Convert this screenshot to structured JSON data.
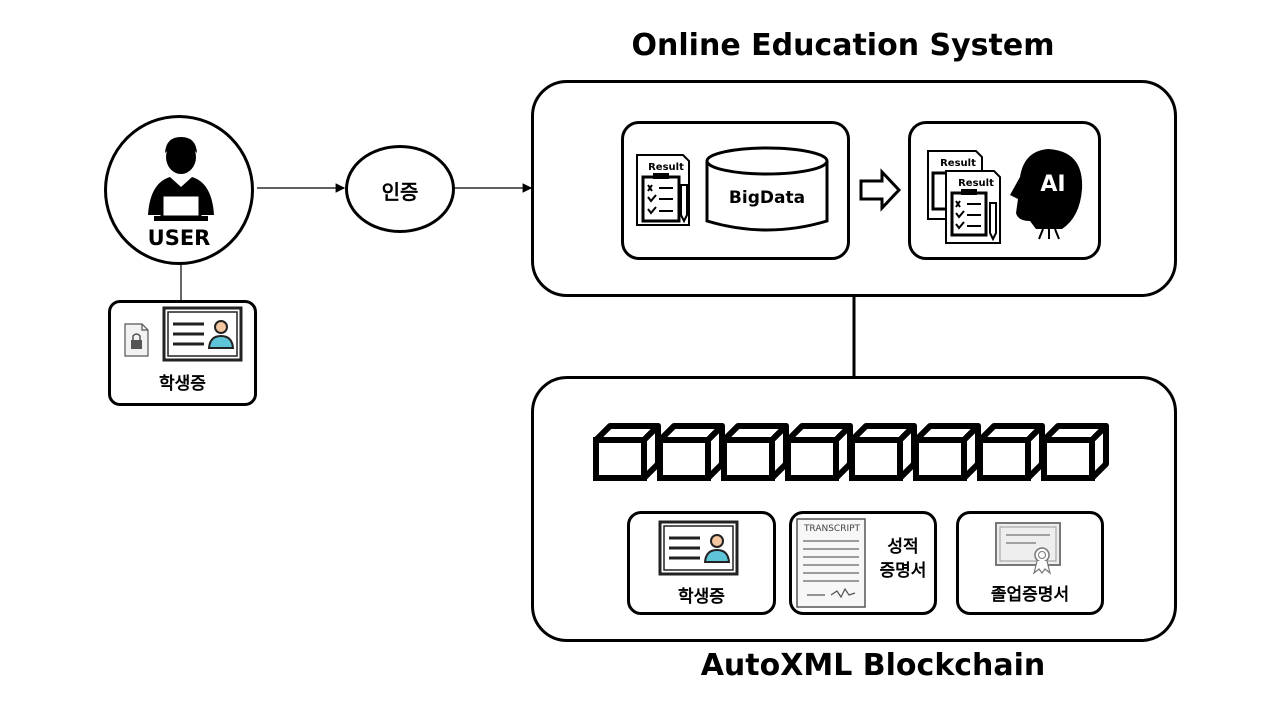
{
  "titles": {
    "online_system": "Online Education System",
    "blockchain": "AutoXML Blockchain"
  },
  "user": {
    "label": "USER",
    "id_card_label": "학생증"
  },
  "auth": {
    "label": "인증"
  },
  "online_system": {
    "result_label": "Result",
    "bigdata_label": "BigData",
    "result_label_back": "Result",
    "result_label_front": "Result",
    "ai_label": "AI"
  },
  "blockchain": {
    "block_count": 8,
    "documents": {
      "student_id": "학생증",
      "transcript_header": "TRANSCRIPT",
      "transcript_line1": "성적",
      "transcript_line2": "증명서",
      "graduation": "졸업증명서"
    }
  }
}
